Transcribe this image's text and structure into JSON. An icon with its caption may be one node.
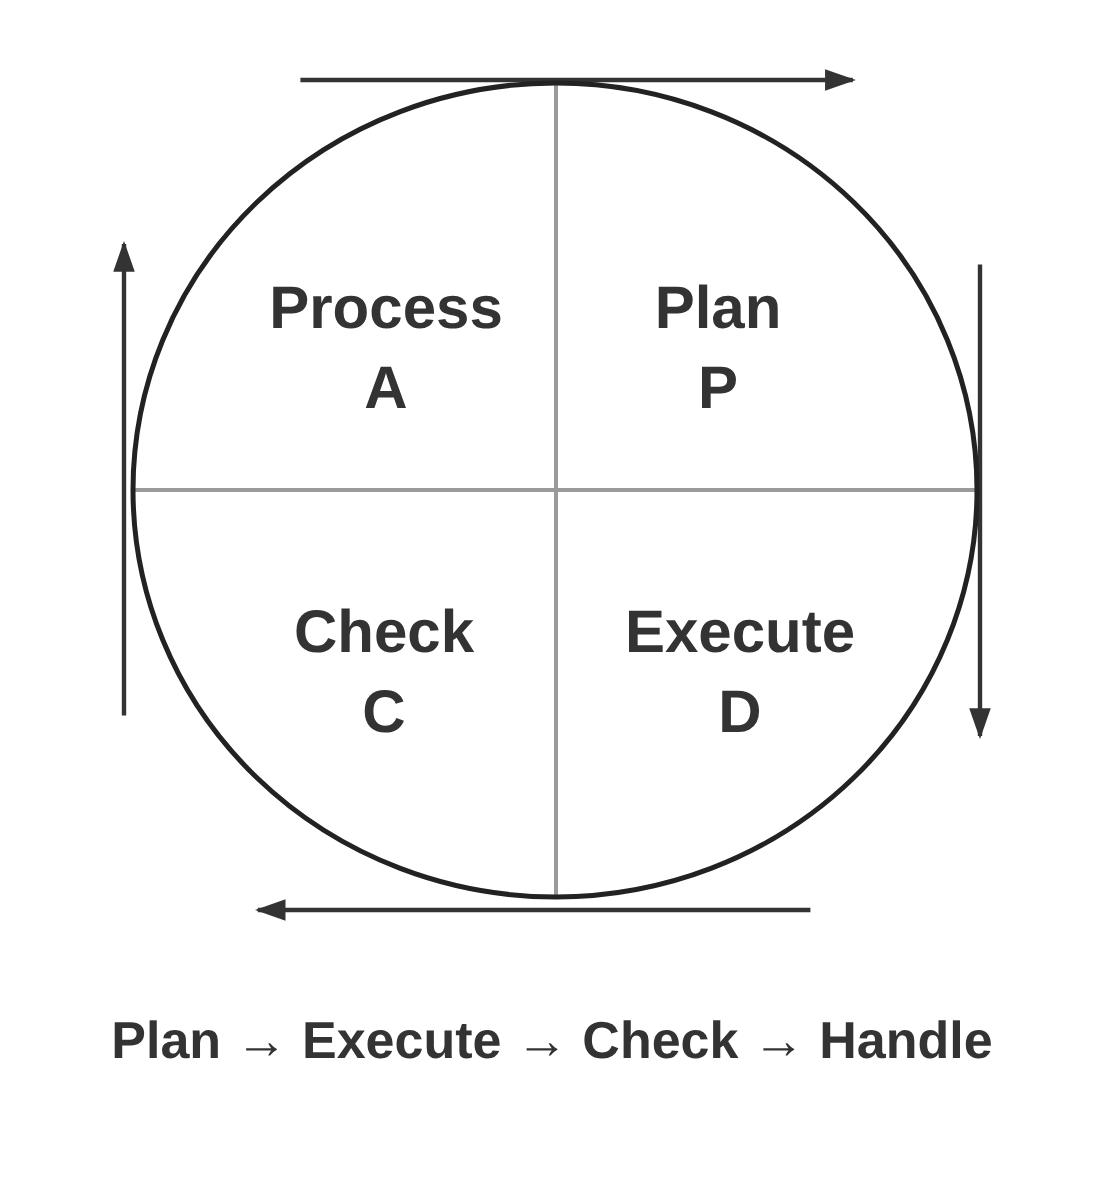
{
  "diagram": {
    "nodes": [
      {
        "text": [
          "Process",
          "A"
        ]
      },
      {
        "text": [
          "Plan",
          "P"
        ]
      },
      {
        "text": [
          "Check",
          "C"
        ]
      },
      {
        "text": [
          "Execute",
          "D"
        ]
      }
    ],
    "edges": [
      {
        "from": 0,
        "to": 1,
        "arrow": "to"
      },
      {
        "from": 1,
        "to": 3,
        "arrow": "to"
      },
      {
        "from": 3,
        "to": 2,
        "arrow": "to"
      },
      {
        "from": 2,
        "to": 0,
        "arrow": "to"
      }
    ],
    "caption": "Plan → Execute → Check → Handle"
  }
}
